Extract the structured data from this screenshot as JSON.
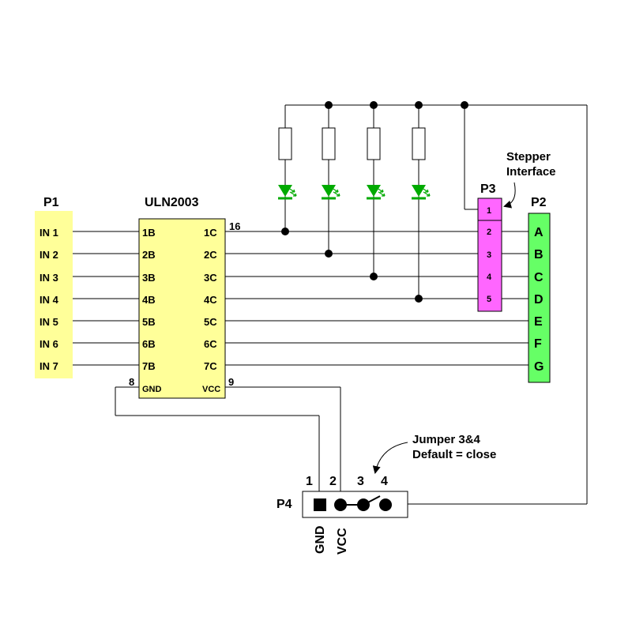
{
  "colors": {
    "p1_fill": "#ffff99",
    "ic_fill": "#ffff99",
    "p3_fill": "#ff66ff",
    "p2_fill": "#66ff66",
    "led_color": "#00aa00",
    "wire": "#000000"
  },
  "p1": {
    "title": "P1",
    "pins": [
      "IN 1",
      "IN 2",
      "IN 3",
      "IN 4",
      "IN 5",
      "IN 6",
      "IN 7"
    ]
  },
  "ic": {
    "title": "ULN2003",
    "left_pins": [
      "1B",
      "2B",
      "3B",
      "4B",
      "5B",
      "6B",
      "7B"
    ],
    "right_pins": [
      "1C",
      "2C",
      "3C",
      "4C",
      "5C",
      "6C",
      "7C"
    ],
    "gnd_label": "GND",
    "vcc_label": "VCC",
    "pin_gnd_number": "8",
    "pin_vcc_number": "9",
    "pin_com_number": "16"
  },
  "p3": {
    "title": "P3",
    "pins": [
      "1",
      "2",
      "3",
      "4",
      "5"
    ]
  },
  "p2": {
    "title": "P2",
    "pins": [
      "A",
      "B",
      "C",
      "D",
      "E",
      "F",
      "G"
    ]
  },
  "stepper_note": {
    "line1": "Stepper",
    "line2": "Interface"
  },
  "p4": {
    "title": "P4",
    "pin_numbers": [
      "1",
      "2",
      "3",
      "4"
    ],
    "gnd_label": "GND",
    "vcc_label": "VCC"
  },
  "jumper_note": {
    "line1": "Jumper 3&4",
    "line2": "Default = close"
  }
}
